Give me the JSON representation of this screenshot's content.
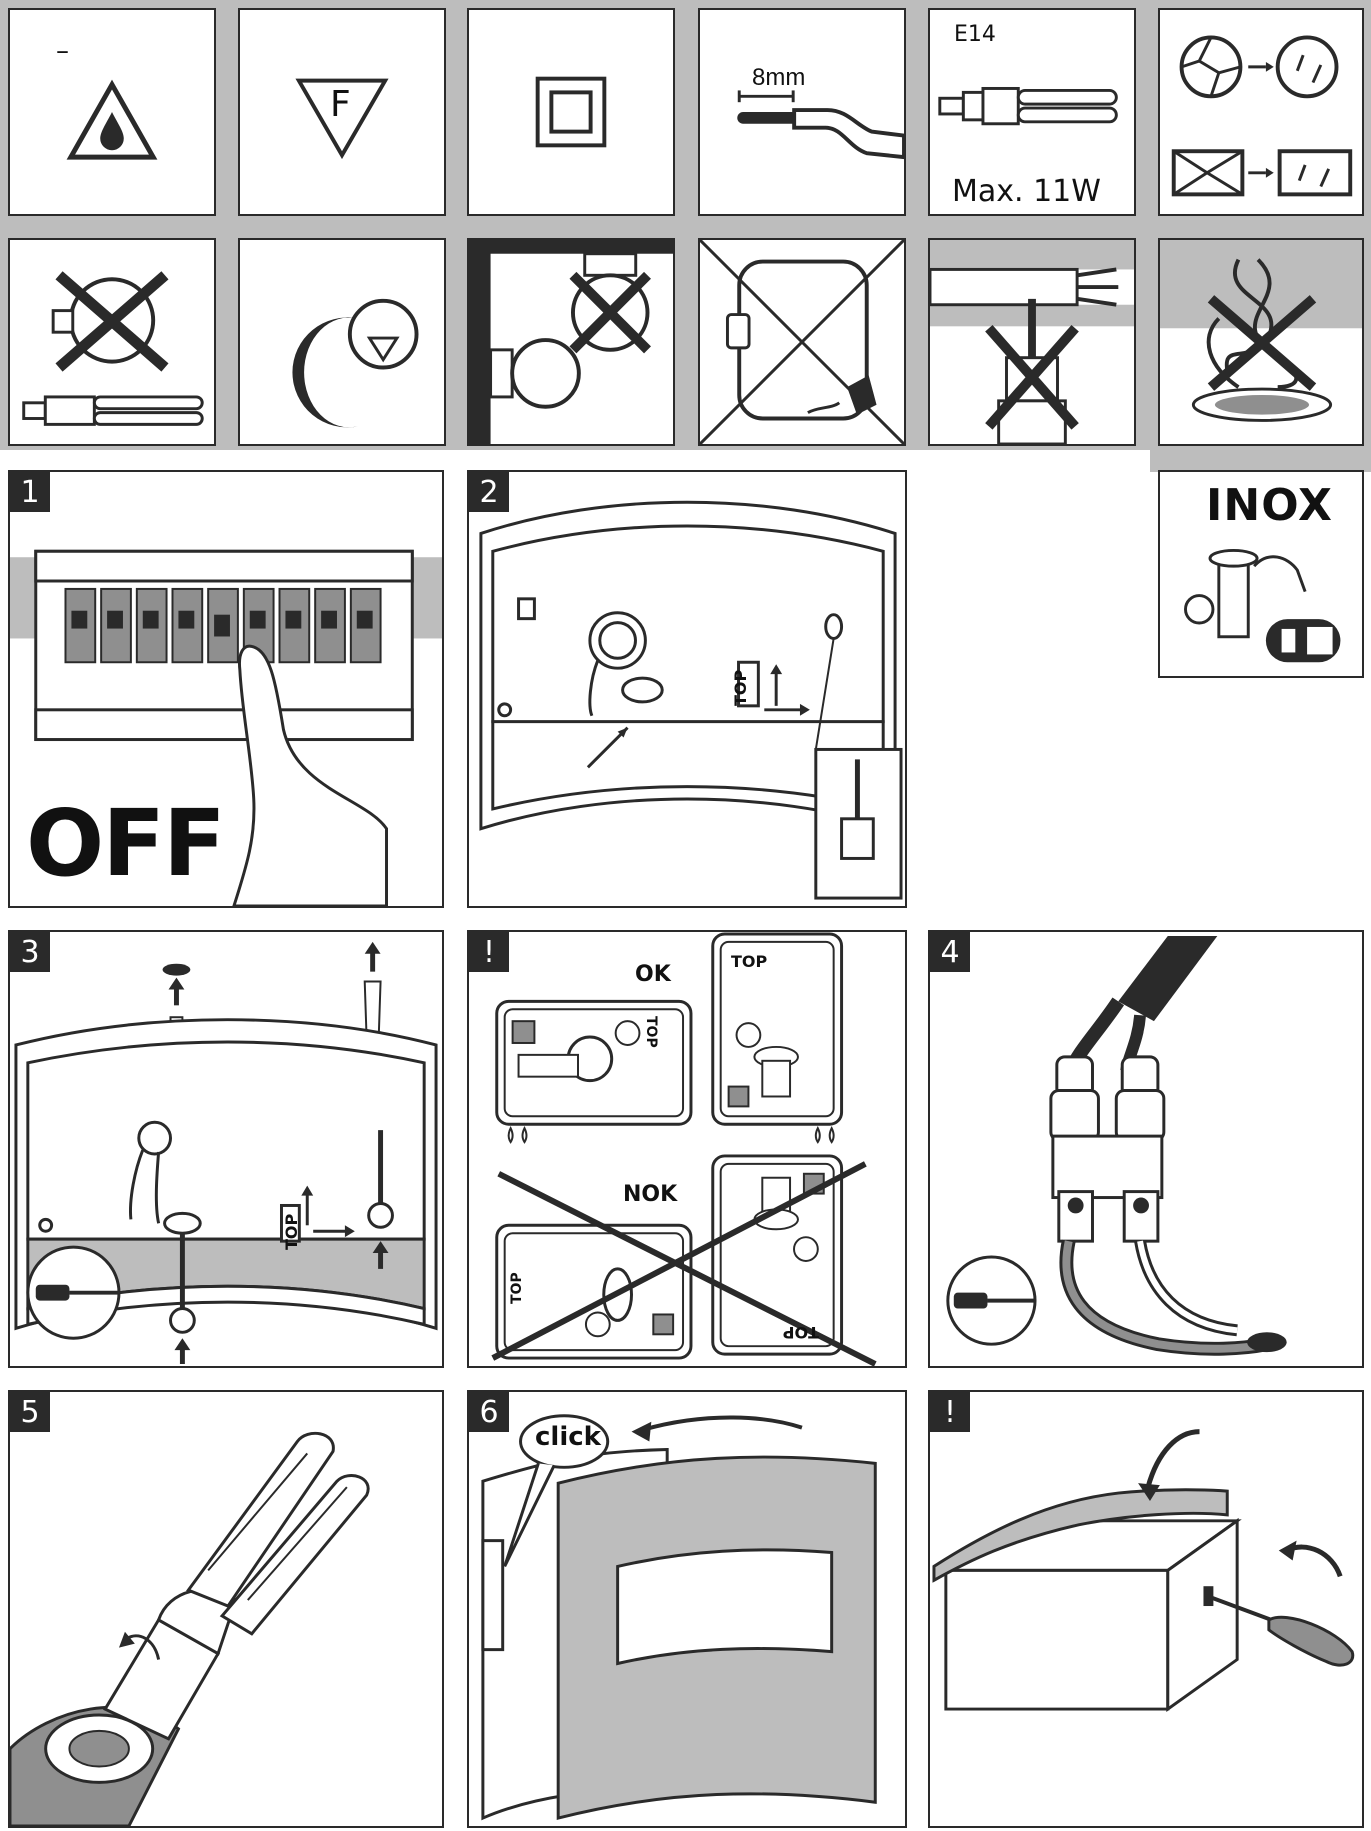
{
  "colors": {
    "line": "#2a2a2a",
    "band": "#bdbdbd",
    "fill": "#ffffff",
    "shade": "#8f8f8f"
  },
  "symbols": {
    "dash": "–",
    "f_mark": "F",
    "wire_strip": "8mm",
    "socket": "E14",
    "max_power": "Max. 11W",
    "inox": "INOX"
  },
  "icons": [
    "water-drop-warning-icon",
    "f-mark-icon",
    "double-insulation-icon",
    "wire-strip-icon",
    "e14-bulb-icon",
    "broken-glass-replace-icon",
    "no-incandescent-icon",
    "distance-icon",
    "wall-ceiling-mount-icon",
    "no-cord-switch-icon",
    "drill-cable-warning-icon",
    "no-tangled-wire-icon",
    "stainless-clean-icon"
  ],
  "steps": [
    {
      "label": "1",
      "text": "OFF"
    },
    {
      "label": "2",
      "text": "TOP"
    },
    {
      "label": "3",
      "text": "TOP"
    },
    {
      "label": "!",
      "ok": "OK",
      "nok": "NOK",
      "top": "TOP"
    },
    {
      "label": "4"
    },
    {
      "label": "5"
    },
    {
      "label": "6",
      "text": "click"
    },
    {
      "label": "!"
    }
  ]
}
